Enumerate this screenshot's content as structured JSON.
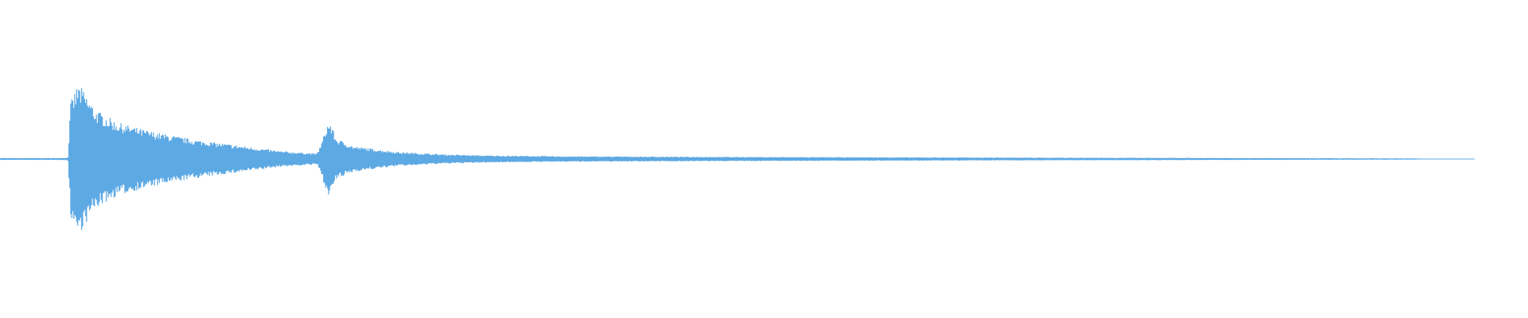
{
  "chart_data": {
    "type": "area",
    "title": "",
    "xlabel": "",
    "ylabel": "",
    "grid": false,
    "legend": "none",
    "color": "#5DA9E4",
    "background": "#FFFFFF",
    "ylim": [
      -1,
      1
    ],
    "xlim": [
      0,
      1
    ],
    "envelope": {
      "x": [
        0.0,
        0.04,
        0.046,
        0.048,
        0.053,
        0.056,
        0.065,
        0.08,
        0.1,
        0.13,
        0.17,
        0.19,
        0.215,
        0.218,
        0.222,
        0.224,
        0.228,
        0.24,
        0.27,
        0.3,
        0.33,
        0.38,
        0.45,
        0.55,
        0.7,
        0.85,
        0.96,
        0.975
      ],
      "upper": [
        0.012,
        0.012,
        0.015,
        0.72,
        0.95,
        0.88,
        0.62,
        0.46,
        0.36,
        0.25,
        0.15,
        0.1,
        0.07,
        0.2,
        0.44,
        0.46,
        0.26,
        0.16,
        0.09,
        0.06,
        0.045,
        0.035,
        0.03,
        0.024,
        0.018,
        0.012,
        0.008,
        0.0
      ],
      "lower": [
        -0.012,
        -0.012,
        -0.015,
        -0.72,
        -0.95,
        -0.88,
        -0.62,
        -0.46,
        -0.36,
        -0.25,
        -0.15,
        -0.1,
        -0.07,
        -0.2,
        -0.44,
        -0.46,
        -0.26,
        -0.16,
        -0.09,
        -0.06,
        -0.045,
        -0.035,
        -0.03,
        -0.024,
        -0.018,
        -0.012,
        -0.008,
        0.0
      ]
    },
    "series": [
      {
        "values_note_free": true,
        "samples": 1500
      }
    ]
  }
}
